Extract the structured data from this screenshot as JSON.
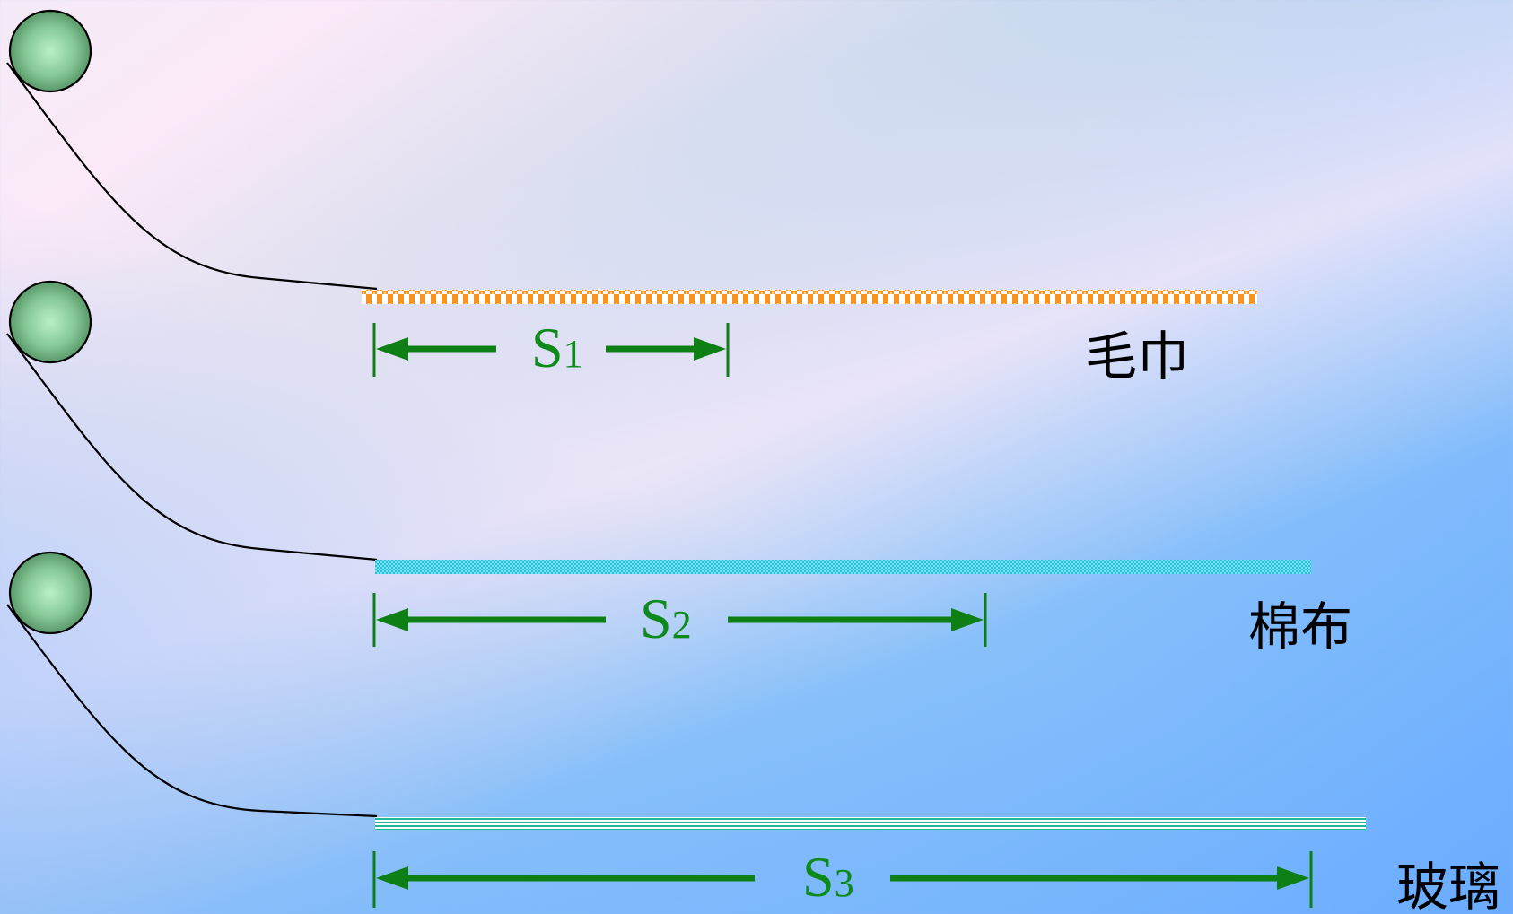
{
  "scenarios": [
    {
      "surface": "毛巾",
      "distance": {
        "letter": "S",
        "index": "1"
      },
      "surface_color": "#f7931e"
    },
    {
      "surface": "棉布",
      "distance": {
        "letter": "S",
        "index": "2"
      },
      "surface_color": "#33c9e0"
    },
    {
      "surface": "玻璃",
      "distance": {
        "letter": "S",
        "index": "3"
      },
      "surface_color": "#1fb79a"
    }
  ],
  "colors": {
    "arrow": "#0e7f14",
    "label": "#0e8a1c",
    "ball": "#7fc28d",
    "curve": "#000000"
  }
}
